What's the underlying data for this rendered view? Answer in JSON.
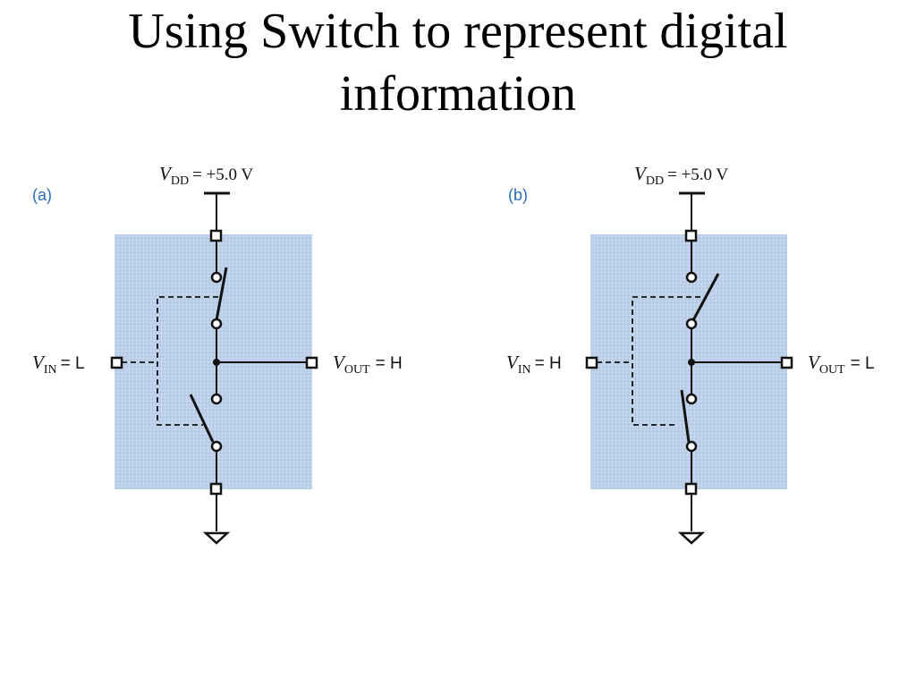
{
  "title": {
    "line1": "Using Switch to represent digital",
    "line2": "information"
  },
  "colors": {
    "panel_fill": "#bcd0ea",
    "wire": "#111111",
    "label_accent": "#2a6fb8"
  },
  "diagrams": [
    {
      "id": "a",
      "panel_label": "(a)",
      "vdd": {
        "symbol": "V",
        "sub": "DD",
        "value": "= +5.0 V"
      },
      "vin": {
        "symbol": "V",
        "sub": "IN",
        "value": "= L"
      },
      "vout": {
        "symbol": "V",
        "sub": "OUT",
        "value": "= H"
      },
      "top_switch": "closed",
      "bottom_switch": "open"
    },
    {
      "id": "b",
      "panel_label": "(b)",
      "vdd": {
        "symbol": "V",
        "sub": "DD",
        "value": "= +5.0 V"
      },
      "vin": {
        "symbol": "V",
        "sub": "IN",
        "value": "= H"
      },
      "vout": {
        "symbol": "V",
        "sub": "OUT",
        "value": "= L"
      },
      "top_switch": "open",
      "bottom_switch": "closed"
    }
  ]
}
